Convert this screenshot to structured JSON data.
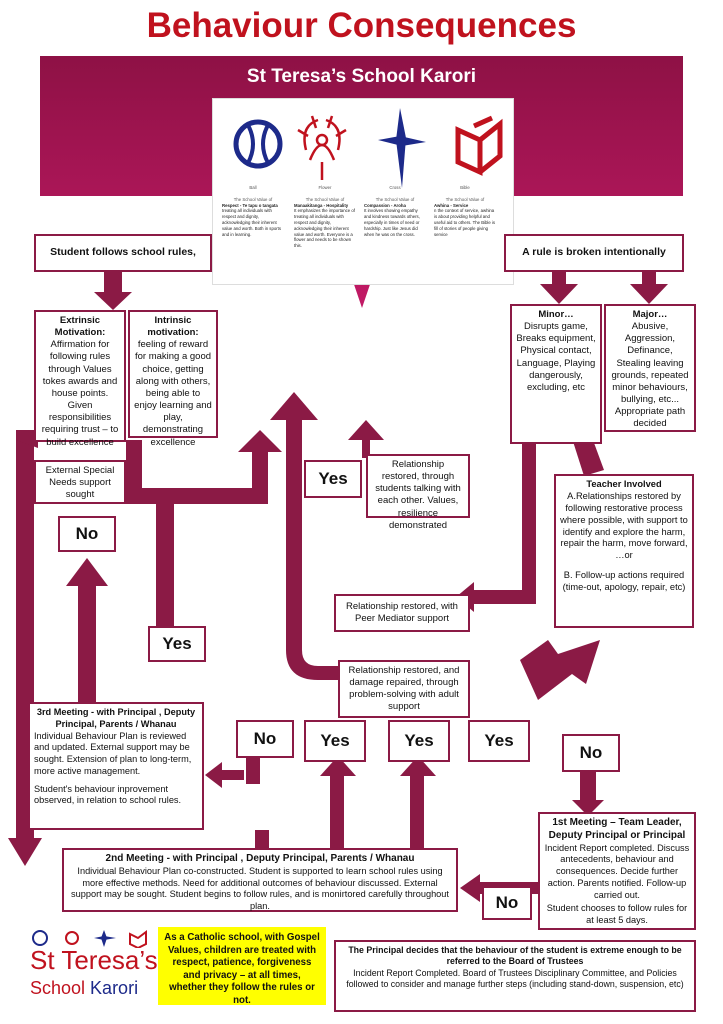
{
  "title": "Behaviour Consequences",
  "school_name": "St Teresa’s School Karori",
  "values": [
    {
      "icon": "ball-icon",
      "name": "Ball",
      "subtitle": "The School Value of",
      "title": "Respect - Te tapu o tangata",
      "text": "treating all individuals with respect and dignity, acknowledging their inherent value and worth. Both in sports and in learning."
    },
    {
      "icon": "flower-icon",
      "name": "Flower",
      "subtitle": "The School Value of",
      "title": "Manaakitanga - Hospitality",
      "text": "It emphasizes the importance of treating all individuals with respect and dignity, acknowledging their inherent value and worth. Everyone is a flower and needs to be shown this."
    },
    {
      "icon": "cross-icon",
      "name": "Cross",
      "subtitle": "The School Value of",
      "title": "Compassion - Aroha",
      "text": "It involves showing empathy and kindness towards others, especially in times of need or hardship. Just like Jesus did when he was on the cross."
    },
    {
      "icon": "bible-icon",
      "name": "Bible",
      "subtitle": "The School Value of",
      "title": "Awhina - Service",
      "text": "n the context of service, awhina is about providing helpful and useful aid to others. The Bible is fill of stories of people giving service"
    }
  ],
  "boxes": {
    "follows": "Student follows school rules,",
    "broken": "A rule is broken intentionally",
    "extrinsic_title": "Extrinsic Motivation:",
    "extrinsic_text": "Affirmation for following rules through Values tokes awards and house points. Given responsibilities requiring trust – to build excellence",
    "intrinsic_title": "Intrinsic motivation:",
    "intrinsic_text": "feeling of reward for making a good choice, getting along with others, being able to enjoy learning and play, demonstrating excellence",
    "minor_title": "Minor…",
    "minor_text": "Disrupts game, Breaks equipment, Physical contact, Language, Playing dangerously, excluding, etc",
    "major_title": "Major…",
    "major_text": "Abusive, Aggression, Definance, Stealing leaving grounds, repeated minor behaviours, bullying, etc... Appropriate path decided",
    "external": "External Special Needs support sought",
    "relationship_talking": "Relationship restored, through students talking with each other. Values, resilience demonstrated",
    "teacher_title": "Teacher Involved",
    "teacher_a": "A.Relationships restored by following restorative process where possible, with support to identify and explore the harm, repair the harm, move forward, …or",
    "teacher_b": "B. Follow-up actions required (time-out, apology, repair, etc)",
    "peer": "Relationship restored, with Peer Mediator support",
    "adult": "Relationship restored, and damage repaired, through problem-solving with adult support",
    "third_title": "3rd Meeting - with Principal , Deputy Principal, Parents / Whanau",
    "third_text": "Individual Behaviour Plan is reviewed and updated. External support may be sought. Extension of plan to long-term, more active management.",
    "third_text2": "Student's behaviour inprovement observed, in relation to school rules.",
    "first_title": "1st Meeting – Team Leader, Deputy Principal or Principal",
    "first_text": "Incident Report completed. Discuss antecedents, behaviour and consequences. Decide further action. Parents notified. Follow-up carried out.",
    "first_text2": "Student chooses to follow rules for at least 5 days.",
    "second_title": "2nd Meeting - with Principal , Deputy Principal, Parents / Whanau",
    "second_text": "Individual Behaviour Plan co-constructed. Student is supported to learn school rules using more effective methods. Need for additional outcomes of behaviour discussed. External support may be sought. Student begins to follow rules, and is monirtored carefully throughout plan.",
    "principal_title": "The Principal decides that the behaviour of the student is extreme enough to be referred to the Board of Trustees",
    "principal_text": "Incident Report Completed. Board of Trustees Disciplinary Committee, and Policies followed to consider and manage further steps (including stand-down, suspension, etc)",
    "catholic": "As a Catholic school, with Gospel Values, children are treated with respect, patience, forgiveness and privacy – at all times, whether they follow the rules or not."
  },
  "labels": {
    "yes": "Yes",
    "no": "No"
  },
  "logo": {
    "line1": "St Teresa’s",
    "line2_a": "School ",
    "line2_b": "Karori"
  },
  "colors": {
    "title": "#c0121e",
    "accent": "#8b1a45",
    "banner": "#b01458",
    "highlight": "#ffff00"
  }
}
